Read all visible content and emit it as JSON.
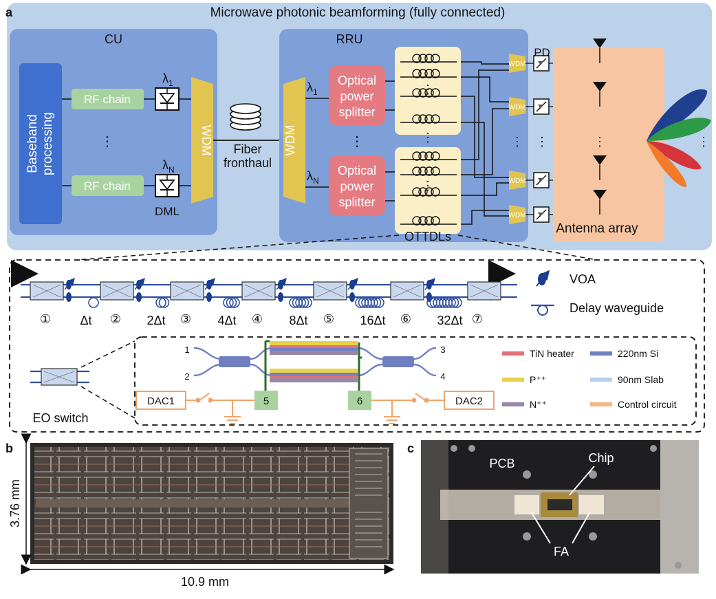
{
  "panel_a": {
    "letter": "a",
    "title": "Microwave photonic beamforming (fully connected)",
    "cu": {
      "title": "CU",
      "baseband": "Baseband processing",
      "baseband_line1": "Baseband",
      "baseband_line2": "processing",
      "rf_chain": "RF chain",
      "lambda_1": "λ",
      "lambda_1_sub": "1",
      "lambda_n": "λ",
      "lambda_n_sub": "N",
      "dml": "DML",
      "wdm": "WDM",
      "dots": "⋮"
    },
    "fiber": {
      "line1": "Fiber",
      "line2": "fronthaul"
    },
    "rru": {
      "title": "RRU",
      "wdm": "WDM",
      "splitter_line1": "Optical",
      "splitter_line2": "power",
      "splitter_line3": "splitter",
      "lambda": "λ",
      "sub_1": "1",
      "sub_n": "N",
      "ottdls": "OTTDLs",
      "pd": "PD",
      "small_wdm": "WDM",
      "dots": "⋮"
    },
    "antenna": {
      "label": "Antenna array"
    }
  },
  "delay_chain": {
    "stages": [
      "①",
      "②",
      "③",
      "④",
      "⑤",
      "⑥",
      "⑦"
    ],
    "delays": [
      "Δt",
      "2Δt",
      "4Δt",
      "8Δt",
      "16Δt",
      "32Δt"
    ],
    "legend_voa": "VOA",
    "legend_delay": "Delay waveguide"
  },
  "eo_switch": {
    "label": "EO switch",
    "ports": [
      "1",
      "2",
      "3",
      "4"
    ],
    "pad5": "5",
    "pad6": "6",
    "dac1": "DAC1",
    "dac2": "DAC2",
    "legend": [
      {
        "label": "TiN heater",
        "color": "#e0707a"
      },
      {
        "label": "220nm Si",
        "color": "#6f7fc0"
      },
      {
        "label": "P⁺⁺",
        "color": "#e8d04a"
      },
      {
        "label": "90nm Slab",
        "color": "#b9d0ea"
      },
      {
        "label": "N⁺⁺",
        "color": "#9b86a6"
      },
      {
        "label": "Control circuit",
        "color": "#f3b685"
      }
    ]
  },
  "panel_b": {
    "letter": "b",
    "width": "10.9 mm",
    "height": "3.76 mm"
  },
  "panel_c": {
    "letter": "c",
    "pcb": "PCB",
    "chip": "Chip",
    "fa": "FA"
  },
  "colors": {
    "outer_bg": "#bcd2ea",
    "cu_bg": "#7f9fd8",
    "baseband": "#3f6fcf",
    "rf_chain": "#a8d3a0",
    "wdm": "#e2c550",
    "splitter": "#e47a82",
    "ottdl_bg": "#fbefc8",
    "antenna_bg": "#f7c5a2"
  }
}
